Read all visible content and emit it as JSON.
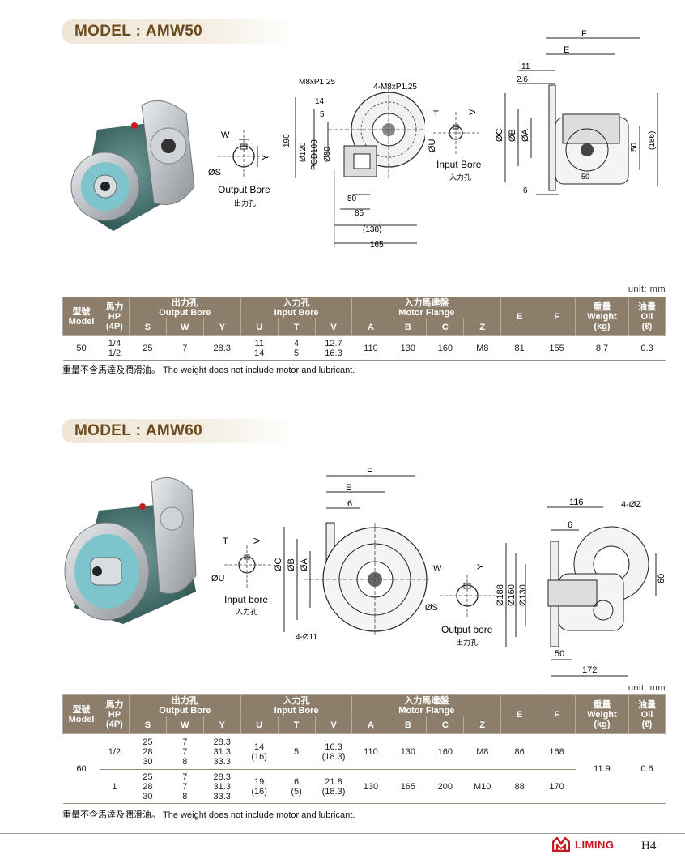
{
  "models": [
    {
      "title": "MODEL : AMW50",
      "drawings": {
        "output_bore": {
          "label": "Output Bore",
          "label_zh": "出力孔",
          "w": "W",
          "y": "Y",
          "s": "ØS"
        },
        "front": {
          "m8": "M8xP1.25",
          "m8x4": "4-M8xP1.25",
          "d14": "14",
          "d5": "5",
          "d190": "190",
          "d120": "Ø120",
          "pcd": "PCD100",
          "d80": "Ø80",
          "d50": "50",
          "d85": "85",
          "d138": "(138)",
          "d165": "165"
        },
        "input_bore": {
          "label": "Input Bore",
          "label_zh": "入力孔",
          "t": "T",
          "v": "V",
          "u": "ØU"
        },
        "side": {
          "f": "F",
          "e": "E",
          "d11": "11",
          "d26": "2.6",
          "c": "ØC",
          "b": "ØB",
          "a": "ØA",
          "d50a": "50",
          "d186": "(186)",
          "d50b": "50",
          "d6": "6"
        }
      },
      "unit": "unit: mm",
      "table": {
        "headers": {
          "model": "型號\nModel",
          "hp": "馬力\nHP\n(4P)",
          "output": "出力孔\nOutput Bore",
          "input": "入力孔\nInput Bore",
          "flange": "入力馬達盤\nMotor Flange",
          "e": "E",
          "f": "F",
          "weight": "重量\nWeight\n(kg)",
          "oil": "油量\nOil\n(ℓ)",
          "sub": [
            "S",
            "W",
            "Y",
            "U",
            "T",
            "V",
            "A",
            "B",
            "C",
            "Z"
          ]
        },
        "rows": [
          {
            "model": "50",
            "hp": "1/4\n1/2",
            "s": "25",
            "w": "7",
            "y": "28.3",
            "u": "11\n14",
            "t": "4\n5",
            "v": "12.7\n16.3",
            "a": "110",
            "b": "130",
            "c": "160",
            "z": "M8",
            "e": "81",
            "f": "155",
            "weight": "8.7",
            "oil": "0.3"
          }
        ]
      },
      "note": "重量不含馬達及潤滑油。 The weight does not include motor and lubricant."
    },
    {
      "title": "MODEL : AMW60",
      "drawings": {
        "input_bore": {
          "label": "Input bore",
          "label_zh": "入力孔",
          "t": "T",
          "v": "V",
          "u": "ØU"
        },
        "front": {
          "f": "F",
          "e": "E",
          "d6": "6",
          "c": "ØC",
          "b": "ØB",
          "a": "ØA",
          "holes": "4-Ø11"
        },
        "output_bore": {
          "label": "Output bore",
          "label_zh": "出力孔",
          "w": "W",
          "y": "Y",
          "s": "ØS"
        },
        "side": {
          "d116": "116",
          "z": "4-ØZ",
          "d6": "6",
          "d188": "Ø188",
          "d160": "Ø160",
          "d130": "Ø130",
          "d60": "60",
          "d50": "50",
          "d172": "172"
        }
      },
      "unit": "unit: mm",
      "table": {
        "headers": {
          "model": "型號\nModel",
          "hp": "馬力\nHP\n(4P)",
          "output": "出力孔\nOutput Bore",
          "input": "入力孔\nInput Bore",
          "flange": "入力馬達盤\nMotor Flange",
          "e": "E",
          "f": "F",
          "weight": "重量\nWeight\n(kg)",
          "oil": "油量\nOil\n(ℓ)",
          "sub": [
            "S",
            "W",
            "Y",
            "U",
            "T",
            "V",
            "A",
            "B",
            "C",
            "Z"
          ]
        },
        "model": "60",
        "weight": "11.9",
        "oil": "0.6",
        "rows": [
          {
            "hp": "1/2",
            "s": "25\n28\n30",
            "w": "7\n7\n8",
            "y": "28.3\n31.3\n33.3",
            "u": "14\n(16)",
            "t": "5",
            "v": "16.3\n(18.3)",
            "a": "110",
            "b": "130",
            "c": "160",
            "z": "M8",
            "e": "86",
            "f": "168"
          },
          {
            "hp": "1",
            "s": "25\n28\n30",
            "w": "7\n7\n8",
            "y": "28.3\n31.3\n33.3",
            "u": "19\n(16)",
            "t": "6\n(5)",
            "v": "21.8\n(18.3)",
            "a": "130",
            "b": "165",
            "c": "200",
            "z": "M10",
            "e": "88",
            "f": "170"
          }
        ]
      },
      "note": "重量不含馬達及潤滑油。 The weight does not include motor and lubricant."
    }
  ],
  "footer": {
    "brand": "LIMING",
    "page": "H4"
  },
  "colors": {
    "header_bg": "#8c7e6a",
    "title_text": "#6b4a1e",
    "brand_red": "#c41a22",
    "gearbox_green": "#4f7d7a"
  }
}
